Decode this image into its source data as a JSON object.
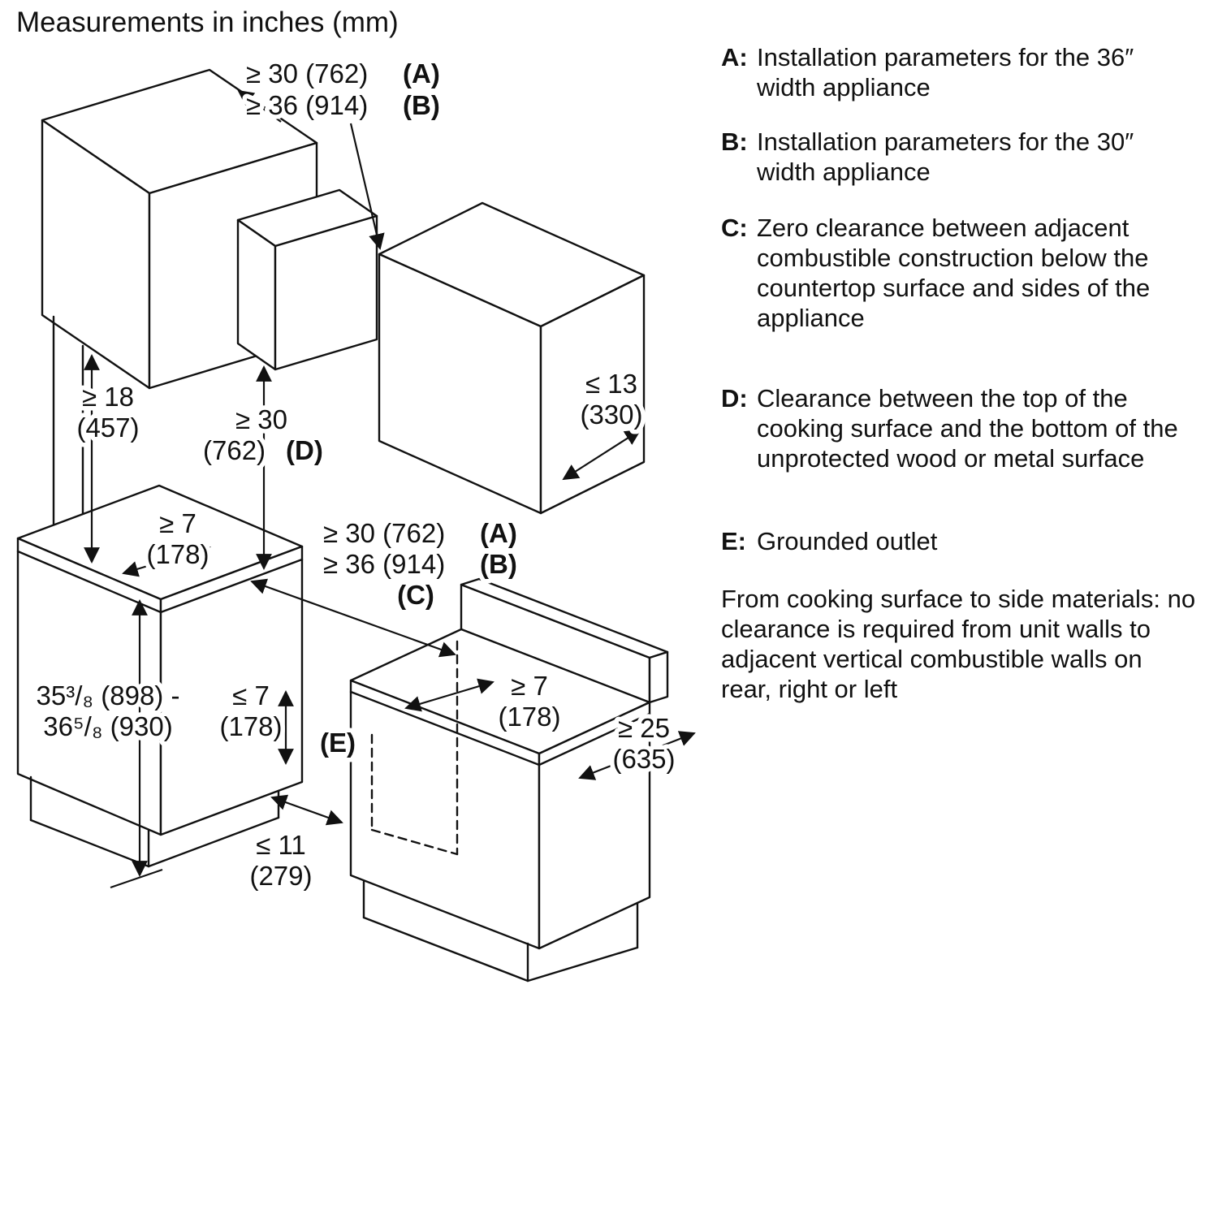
{
  "page": {
    "title": "Measurements in inches (mm)"
  },
  "diagram": {
    "labels": {
      "top_width": {
        "l1": "≥ 30 (762)",
        "k1": "(A)",
        "l2": "≥ 36 (914)",
        "k2": "(B)"
      },
      "hood_clearance": {
        "l1": "≥ 18",
        "l2": "(457)"
      },
      "hood_to_cooktop": {
        "l1": "≥ 30",
        "l2": "(762)",
        "k2": "(D)"
      },
      "upper_depth": {
        "l1": "≤ 13",
        "l2": "(330)"
      },
      "rear_left": {
        "l1": "≥ 7",
        "l2": "(178)"
      },
      "opening_width": {
        "l1": "≥ 30 (762)",
        "k1": "(A)",
        "l2": "≥ 36 (914)",
        "k2": "(B)",
        "k3": "(C)"
      },
      "counter_height": {
        "l1": "35³/₈ (898) -",
        "l2": "36⁵/₈ (930)"
      },
      "outlet_drop": {
        "l1": "≤ 7",
        "l2": "(178)"
      },
      "outlet": {
        "k": "(E)"
      },
      "rear_right": {
        "l1": "≥ 7",
        "l2": "(178)"
      },
      "lower_depth": {
        "l1": "≥ 25",
        "l2": "(635)"
      },
      "outlet_offset": {
        "l1": "≤ 11",
        "l2": "(279)"
      }
    }
  },
  "legend": {
    "items": [
      {
        "key": "A:",
        "text": "Installation parameters for the 36″ width appliance"
      },
      {
        "key": "B:",
        "text": "Installation parameters for the 30″ width appliance"
      },
      {
        "key": "C:",
        "text": "Zero clearance between adjacent combustible construction below the countertop surface and sides of the appliance"
      },
      {
        "key": "D:",
        "text": "Clearance between the top of the cooking surface and the bottom of the unprotected wood or metal surface"
      },
      {
        "key": "E:",
        "text": "Grounded outlet"
      }
    ],
    "note": "From cooking surface to side materials: no clearance is required from unit walls to adjacent vertical combustible walls on rear, right or left"
  }
}
